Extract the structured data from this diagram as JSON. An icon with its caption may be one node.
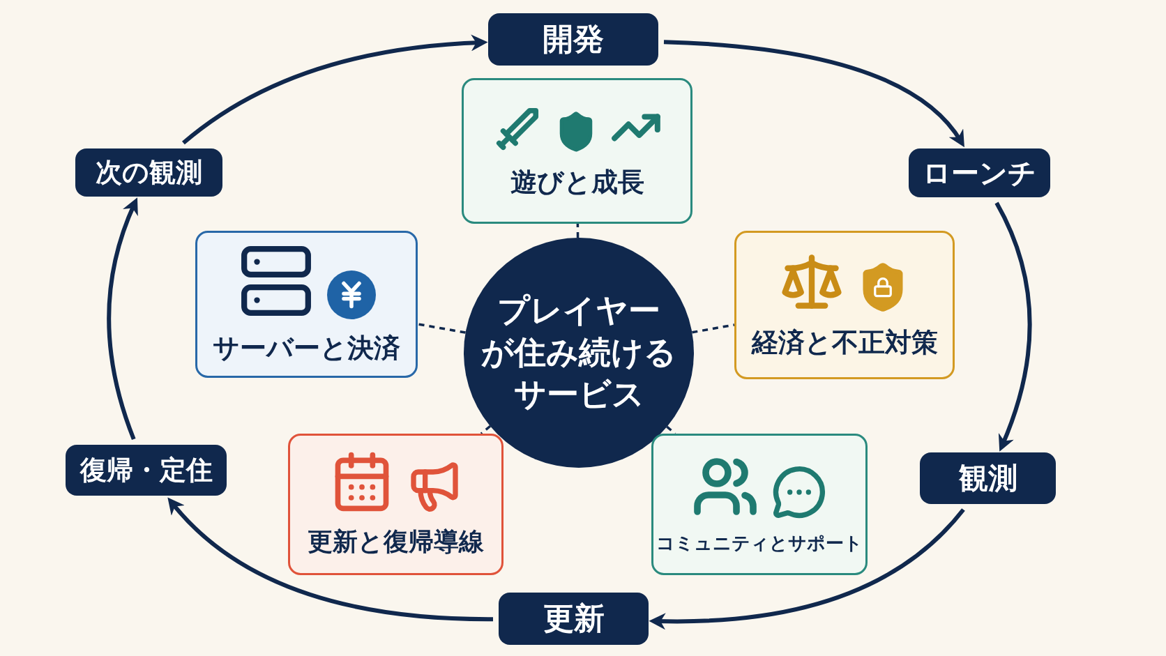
{
  "diagram": {
    "nodes": [
      {
        "text": [
          "開発"
        ]
      },
      {
        "text": [
          "ローンチ"
        ]
      },
      {
        "text": [
          "観測"
        ]
      },
      {
        "text": [
          "更新"
        ]
      },
      {
        "text": [
          "復帰・定住"
        ]
      },
      {
        "text": [
          "次の観測"
        ]
      },
      {
        "text": [
          "プレイヤーが住み続けるサービス"
        ]
      },
      {
        "text": [
          "遊びと成長"
        ]
      },
      {
        "text": [
          "サーバーと決済"
        ]
      },
      {
        "text": [
          "経済と不正対策"
        ]
      },
      {
        "text": [
          "更新と復帰導線"
        ]
      },
      {
        "text": [
          "コミュニティとサポート"
        ]
      }
    ],
    "edges": [
      {
        "from": 0,
        "to": 1,
        "arrow": "to"
      },
      {
        "from": 1,
        "to": 2,
        "arrow": "to"
      },
      {
        "from": 2,
        "to": 3,
        "arrow": "to"
      },
      {
        "from": 3,
        "to": 4,
        "arrow": "to"
      },
      {
        "from": 4,
        "to": 5,
        "arrow": "to"
      },
      {
        "from": 5,
        "to": 0,
        "arrow": "to"
      },
      {
        "from": 6,
        "to": 7,
        "arrow": "none",
        "style": "dashed"
      },
      {
        "from": 6,
        "to": 8,
        "arrow": "none",
        "style": "dashed"
      },
      {
        "from": 6,
        "to": 9,
        "arrow": "none",
        "style": "dashed"
      },
      {
        "from": 6,
        "to": 10,
        "arrow": "none",
        "style": "dashed"
      },
      {
        "from": 6,
        "to": 11,
        "arrow": "none",
        "style": "dashed"
      }
    ]
  }
}
